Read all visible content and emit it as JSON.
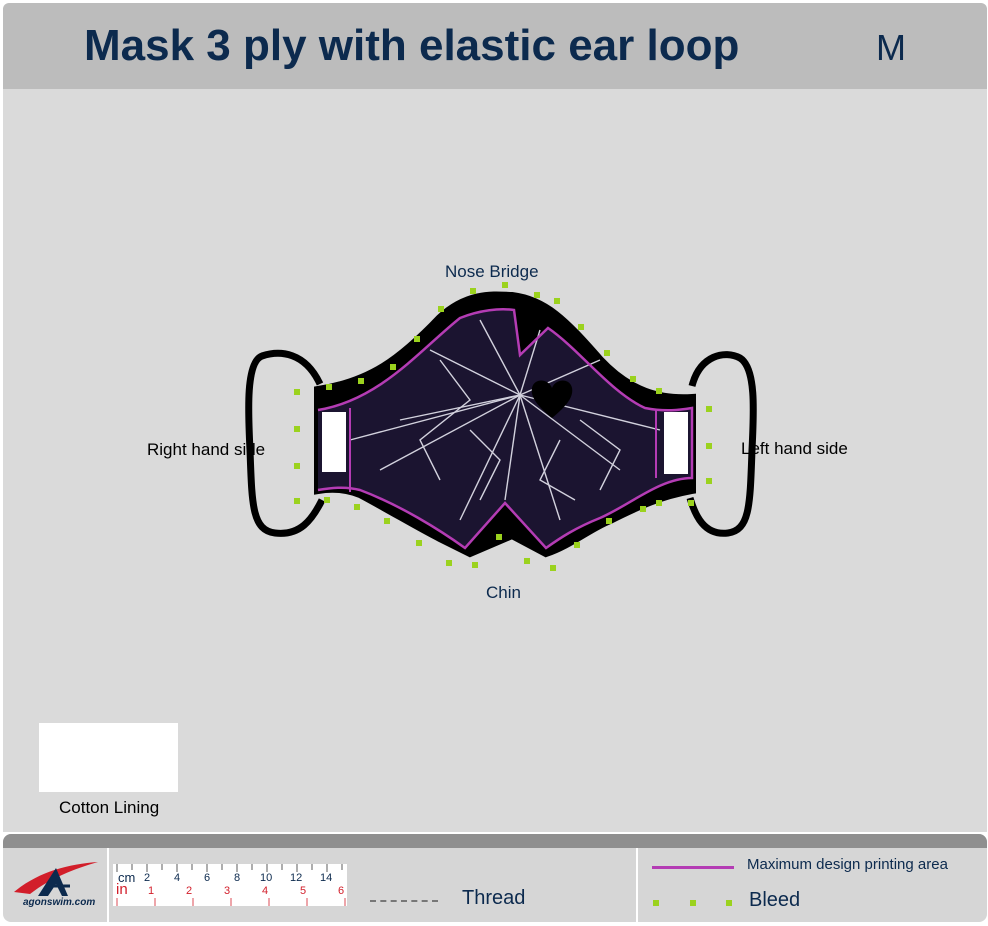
{
  "header": {
    "title": "Mask 3 ply with elastic ear loop",
    "size": "M"
  },
  "labels": {
    "nose_bridge": "Nose Bridge",
    "chin": "Chin",
    "right_side": "Right hand side",
    "left_side": "Left hand side",
    "cotton_lining": "Cotton Lining"
  },
  "footer": {
    "logo_text": "agonswim.com",
    "ruler": {
      "cm_label": "cm",
      "in_label": "in",
      "cm_ticks": [
        "2",
        "4",
        "6",
        "8",
        "10",
        "12",
        "14"
      ],
      "in_ticks": [
        "1",
        "2",
        "3",
        "4",
        "5",
        "6"
      ]
    },
    "thread_label": "Thread",
    "max_area_label": "Maximum design printing area",
    "bleed_label": "Bleed"
  },
  "colors": {
    "title": "#0c2a4e",
    "max_area_line": "#b43cb4",
    "bleed": "#9bd21e",
    "mask_outline": "#000000"
  }
}
